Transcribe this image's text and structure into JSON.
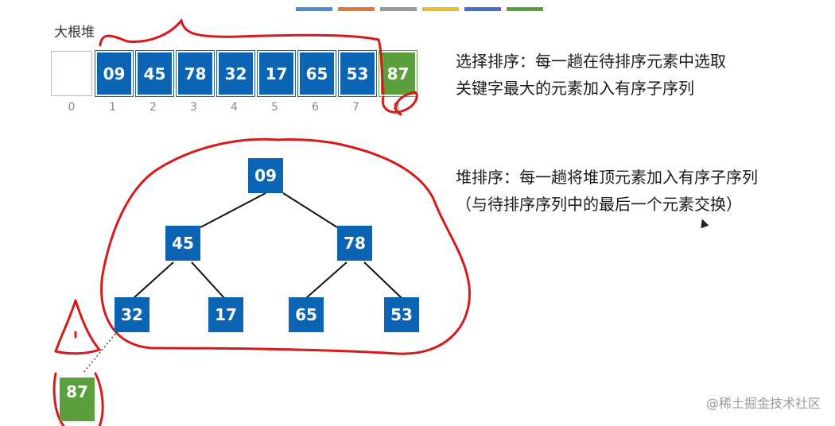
{
  "strip_colors": [
    "#4a90d0",
    "#e07a3a",
    "#9a9a9a",
    "#e8bc2a",
    "#4b6fc6",
    "#5a9f3c"
  ],
  "heap_label": "大根堆",
  "array": {
    "values": [
      "",
      "09",
      "45",
      "78",
      "32",
      "17",
      "65",
      "53",
      "87"
    ],
    "indices": [
      "0",
      "1",
      "2",
      "3",
      "4",
      "5",
      "6",
      "7",
      "8"
    ],
    "colors": {
      "node": "#0b64b4",
      "sorted": "#5a9f3c"
    }
  },
  "selection_sort": {
    "line1": "选择排序：每一趟在待排序元素中选取",
    "line2": "关键字最大的元素加入有序子序列"
  },
  "heap_sort": {
    "line1": "堆排序：每一趟将堆顶元素加入有序子序列",
    "line2": "（与待排序序列中的最后一个元素交换）"
  },
  "tree": {
    "nodes": [
      "09",
      "45",
      "78",
      "32",
      "17",
      "65",
      "53"
    ],
    "detached": "87"
  },
  "watermark": "@稀土掘金技术社区",
  "annotation_color": "#d61a1a"
}
